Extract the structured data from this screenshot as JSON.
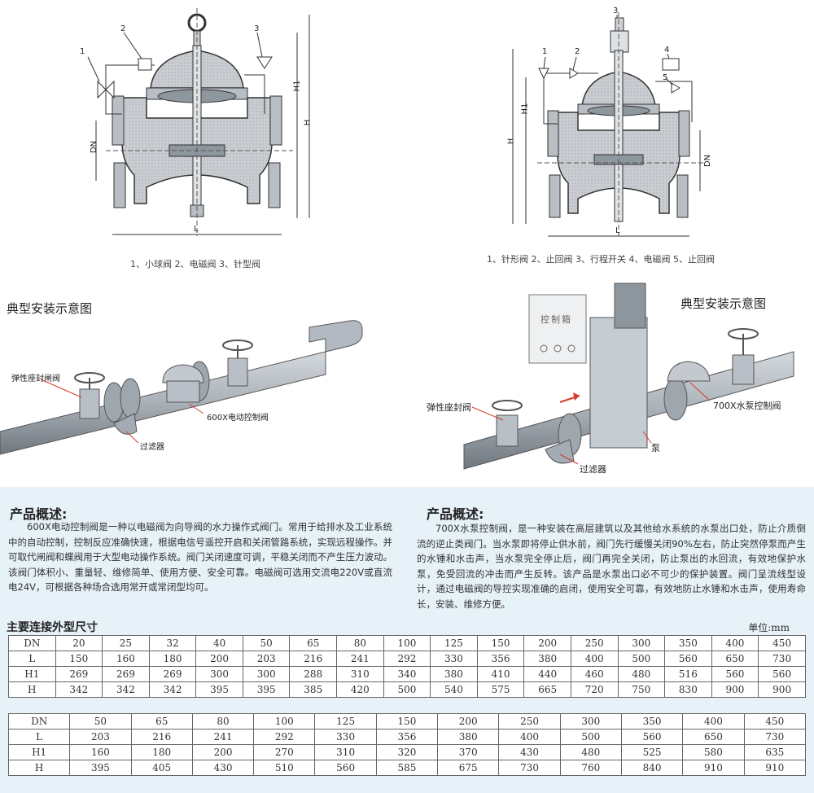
{
  "diagrams": {
    "left_caption": "1、小球阀 2、电磁阀 3、针型阀",
    "right_caption": "1、针形阀 2、止回阀 3、行程开关 4、电磁阀 5、止回阀",
    "left_dim_labels": {
      "dn": "DN",
      "h1": "H1",
      "h": "H",
      "l": "L"
    },
    "right_dim_labels": {
      "dn": "DN",
      "h1": "H1",
      "h": "H",
      "l": "L"
    },
    "left_numbers": [
      "1",
      "2",
      "3"
    ],
    "right_numbers": [
      "1",
      "2",
      "3",
      "4",
      "5"
    ]
  },
  "install": {
    "left_title": "典型安装示意图",
    "right_title": "典型安装示意图",
    "left_labels": {
      "gate_valve": "弹性座封闸阀",
      "control_valve": "600X电动控制阀",
      "filter": "过滤器"
    },
    "right_labels": {
      "gate_valve": "弹性座封阀",
      "control_valve": "700X水泵控制阀",
      "pump": "泵",
      "filter": "过滤器",
      "control_box": "控制箱"
    }
  },
  "overview_left": {
    "heading": "产品概述:",
    "text": "600X电动控制阀是一种以电磁阀为向导阀的水力操作式阀门。常用于给排水及工业系统中的自动控制，控制反应准确快速，根据电信号遥控开启和关闭管路系统，实现远程操作。并可取代闸阀和蝶阀用于大型电动操作系统。阀门关闭速度可调，平稳关闭而不产生压力波动。该阀门体积小、重量轻、维修简单、使用方便、安全可靠。电磁阀可选用交流电220V或直流电24V，可根据各种场合选用常开或常闭型均可。"
  },
  "overview_right": {
    "heading": "产品概述:",
    "text": "700X水泵控制阀，是一种安装在高层建筑以及其他给水系统的水泵出口处，防止介质倒流的逆止类阀门。当水泵即将停止供水前，阀门先行缓慢关闭90%左右，防止突然停泵而产生的水锤和水击声，当水泵完全停止后，阀门再完全关闭，防止泵出的水回流，有效地保护水泵，免受回流的冲击而产生反转。该产品是水泵出口必不可少的保护装置。阀门呈流线型设计，通过电磁阀的导控实现准确的启闭，使用安全可靠，有效地防止水锤和水击声，使用寿命长，安装、维修方便。"
  },
  "dimensions": {
    "heading": "主要连接外型尺寸",
    "unit": "单位:mm",
    "table1": [
      [
        "DN",
        "20",
        "25",
        "32",
        "40",
        "50",
        "65",
        "80",
        "100",
        "125",
        "150",
        "200",
        "250",
        "300",
        "350",
        "400",
        "450"
      ],
      [
        "L",
        "150",
        "160",
        "180",
        "200",
        "203",
        "216",
        "241",
        "292",
        "330",
        "356",
        "380",
        "400",
        "500",
        "560",
        "650",
        "730"
      ],
      [
        "H1",
        "269",
        "269",
        "269",
        "300",
        "300",
        "288",
        "310",
        "340",
        "380",
        "410",
        "440",
        "460",
        "480",
        "516",
        "560",
        "560"
      ],
      [
        "H",
        "342",
        "342",
        "342",
        "395",
        "395",
        "385",
        "420",
        "500",
        "540",
        "575",
        "665",
        "720",
        "750",
        "830",
        "900",
        "900"
      ]
    ],
    "table2": [
      [
        "DN",
        "50",
        "65",
        "80",
        "100",
        "125",
        "150",
        "200",
        "250",
        "300",
        "350",
        "400",
        "450"
      ],
      [
        "L",
        "203",
        "216",
        "241",
        "292",
        "330",
        "356",
        "380",
        "400",
        "500",
        "560",
        "650",
        "730"
      ],
      [
        "H1",
        "160",
        "180",
        "200",
        "270",
        "310",
        "320",
        "370",
        "430",
        "480",
        "525",
        "580",
        "635"
      ],
      [
        "H",
        "395",
        "405",
        "430",
        "510",
        "560",
        "585",
        "675",
        "730",
        "760",
        "840",
        "910",
        "910"
      ]
    ]
  },
  "colors": {
    "valve_body": "#c9cdd1",
    "valve_shade": "#9aa1a8",
    "pipe": "#a9b0b7",
    "pipe_dark": "#7d858d",
    "callout_line": "#d63a2a",
    "lower_bg": "#e6f1f8"
  }
}
